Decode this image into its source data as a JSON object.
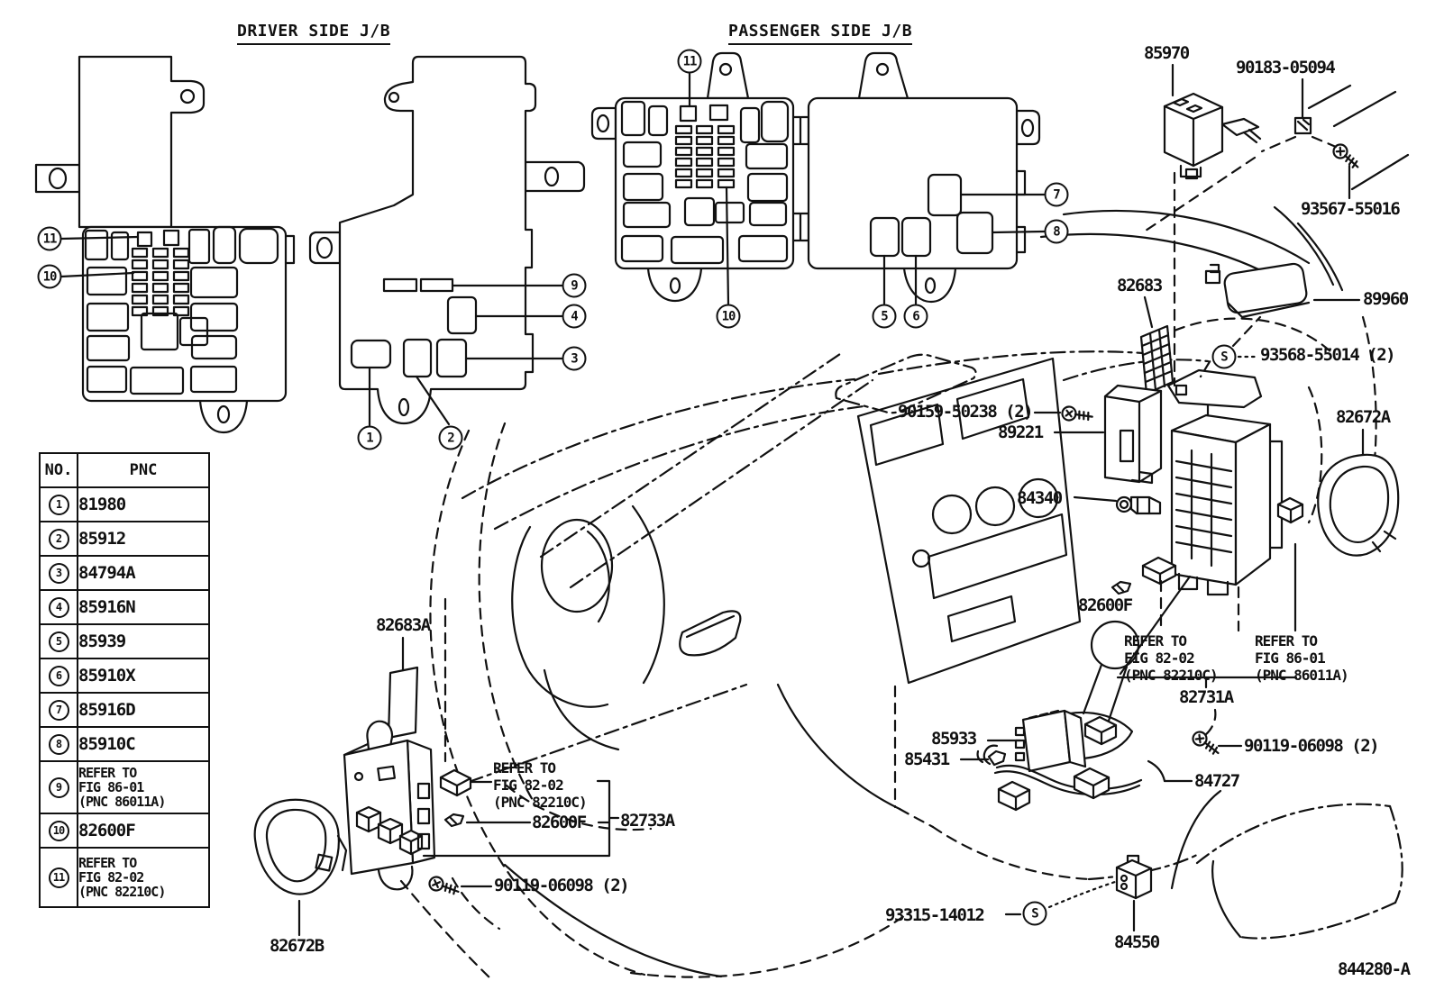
{
  "meta": {
    "diagram_code": "844280-A"
  },
  "colors": {
    "line": "#111111",
    "background": "#ffffff"
  },
  "titles": {
    "driver": "DRIVER SIDE J/B",
    "passenger": "PASSENGER SIDE J/B"
  },
  "table": {
    "headers": {
      "no": "NO.",
      "pnc": "PNC"
    },
    "rows": [
      {
        "no": "1",
        "pnc": "81980"
      },
      {
        "no": "2",
        "pnc": "85912"
      },
      {
        "no": "3",
        "pnc": "84794A"
      },
      {
        "no": "4",
        "pnc": "85916N"
      },
      {
        "no": "5",
        "pnc": "85939"
      },
      {
        "no": "6",
        "pnc": "85910X"
      },
      {
        "no": "7",
        "pnc": "85916D"
      },
      {
        "no": "8",
        "pnc": "85910C"
      },
      {
        "no": "9",
        "pnc": "REFER TO\nFIG 86-01\n (PNC 86011A)"
      },
      {
        "no": "10",
        "pnc": "82600F"
      },
      {
        "no": "11",
        "pnc": "REFER TO\nFIG 82-02\n (PNC 82210C)"
      }
    ]
  },
  "callouts": {
    "n1": "1",
    "n2": "2",
    "n3": "3",
    "n4": "4",
    "n5": "5",
    "n6": "6",
    "n7": "7",
    "n8": "8",
    "n9": "9",
    "n10": "10",
    "n11": "11",
    "s": "S"
  },
  "labels": {
    "p85970": "85970",
    "p90183_05094": "90183-05094",
    "p93567_55016": "93567-55016",
    "p82683": "82683",
    "p89960": "89960",
    "p93568_55014": "93568-55014 (2)",
    "p82672A": "82672A",
    "p90159_50238": "90159-50238 (2)",
    "p89221": "89221",
    "p84340": "84340",
    "p82600F_right": "82600F",
    "p82731A": "82731A",
    "p90119_06098_right": "90119-06098 (2)",
    "p85933": "85933",
    "p85431": "85431",
    "p84727": "84727",
    "p93315_14012": "93315-14012",
    "p84550": "84550",
    "p82683A": "82683A",
    "p82600F_left": "82600F",
    "p82733A": "82733A",
    "p90119_06098_left": "90119-06098 (2)",
    "p82672B": "82672B"
  },
  "refer_notes": {
    "fig_82_02": "REFER TO\nFIG 82-02\n (PNC 82210C)",
    "fig_86_01": "REFER TO\nFIG 86-01\n (PNC 86011A)"
  }
}
